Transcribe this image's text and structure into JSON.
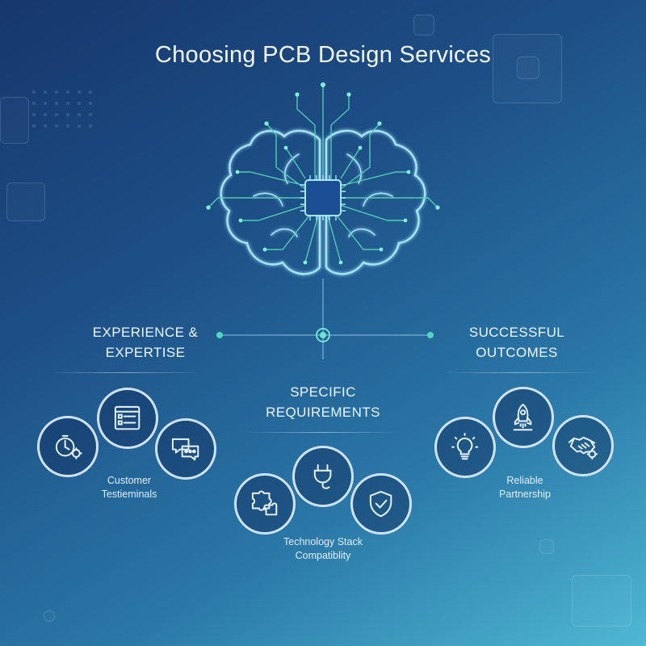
{
  "title": "Choosing PCB Design Services",
  "theme": {
    "accent": "#5fe0c4",
    "line": "#9fd7f2",
    "icon": "#e8f4ff"
  },
  "sections": [
    {
      "title_line1": "EXPERIENCE &",
      "title_line2": "EXPERTISE",
      "caption_line1": "Customer",
      "caption_line2": "Testieminals",
      "icons": [
        "stopwatch-gear-icon",
        "checklist-form-icon",
        "chat-bubbles-icon"
      ]
    },
    {
      "title_line1": "SPECIFIC",
      "title_line2": "REQUIREMENTS",
      "caption_line1": "Technology Stack",
      "caption_line2": "Compatiblity",
      "icons": [
        "puzzle-pieces-icon",
        "power-plug-icon",
        "shield-check-icon"
      ]
    },
    {
      "title_line1": "SUCCESSFUL",
      "title_line2": "OUTCOMES",
      "caption_line1": "Reliable",
      "caption_line2": "Partnership",
      "icons": [
        "lightbulb-icon",
        "rocket-icon",
        "handshake-gear-icon"
      ]
    }
  ]
}
